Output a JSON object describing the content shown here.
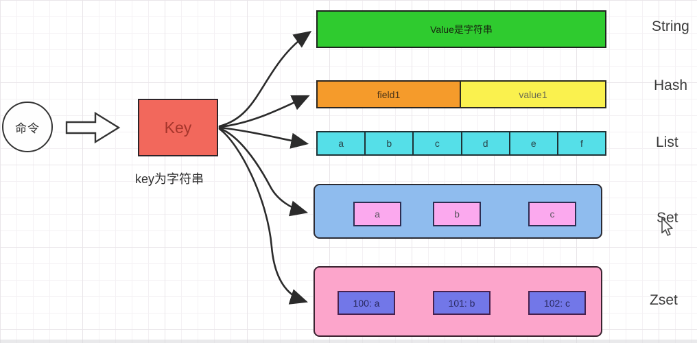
{
  "diagram": {
    "command_circle": {
      "label": "命令"
    },
    "key_box": {
      "label": "Key",
      "caption": "key为字符串"
    },
    "string_row": {
      "box_text": "Value是字符串",
      "row_label": "String"
    },
    "hash_row": {
      "field_text": "field1",
      "value_text": "value1",
      "row_label": "Hash"
    },
    "list_row": {
      "cells": [
        "a",
        "b",
        "c",
        "d",
        "e",
        "f"
      ],
      "row_label": "List"
    },
    "set_row": {
      "items": [
        "a",
        "b",
        "c"
      ],
      "row_label": "Set"
    },
    "zset_row": {
      "items": [
        "100: a",
        "101: b",
        "102: c"
      ],
      "row_label": "Zset"
    },
    "icons": {
      "flow_arrow": "right-block-arrow",
      "cursor": "arrow-pointer"
    },
    "colors": {
      "key_fill": "#f2685c",
      "key_text": "#a5352b",
      "string_fill": "#2fcb2f",
      "hash_field_fill": "#f59b2b",
      "hash_value_fill": "#faf14e",
      "list_fill": "#55dfe8",
      "set_container_fill": "#8fbcee",
      "set_item_fill": "#fba9ee",
      "zset_container_fill": "#fca5cb",
      "zset_item_fill": "#7277e8",
      "connector_stroke": "#2b2b2b"
    }
  }
}
